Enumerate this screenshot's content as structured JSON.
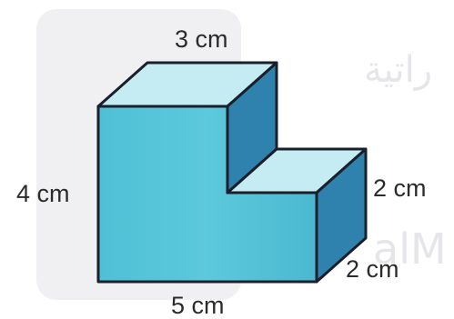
{
  "labels": {
    "top_width": "3 cm",
    "left_height": "4 cm",
    "bottom_length": "5 cm",
    "step_height": "2 cm",
    "depth": "2 cm"
  },
  "watermark": {
    "text": "راتية",
    "latin_text": "alM"
  },
  "colors": {
    "front_face": "#54c3d8",
    "top_face": "#c6ecf3",
    "side_face": "#2e82ad",
    "outline": "#1a1f2b",
    "background": "#ffffff"
  }
}
